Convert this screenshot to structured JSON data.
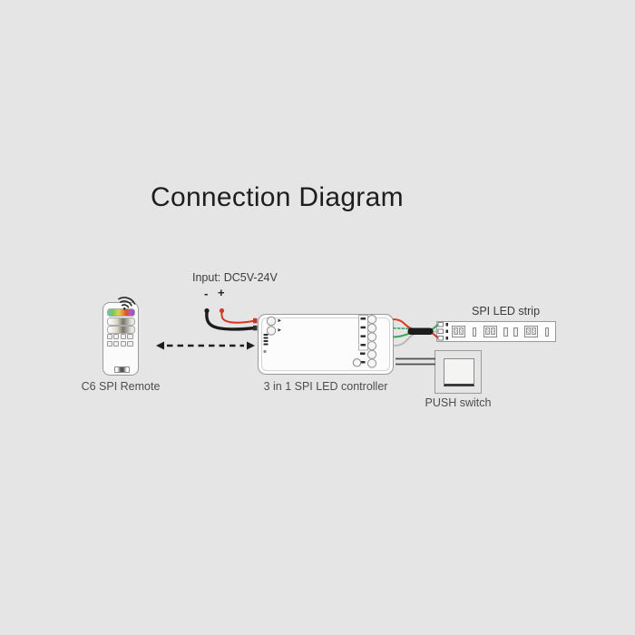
{
  "title": "Connection Diagram",
  "power_input": {
    "label": "Input: DC5V-24V",
    "minus": "-",
    "plus": "+"
  },
  "remote": {
    "label": "C6 SPI Remote"
  },
  "controller": {
    "label": "3 in 1 SPI LED controller"
  },
  "led_strip": {
    "label": "SPI LED strip"
  },
  "push_switch": {
    "label": "PUSH switch"
  },
  "colors": {
    "background": "#e5e5e5",
    "wire_red": "#d63a26",
    "wire_green": "#3aa35c",
    "wire_gray": "#b8b8b8",
    "wire_black": "#1c1c1c",
    "arrow_black": "#1f1f1f",
    "device_outline": "#9a9a9a"
  }
}
